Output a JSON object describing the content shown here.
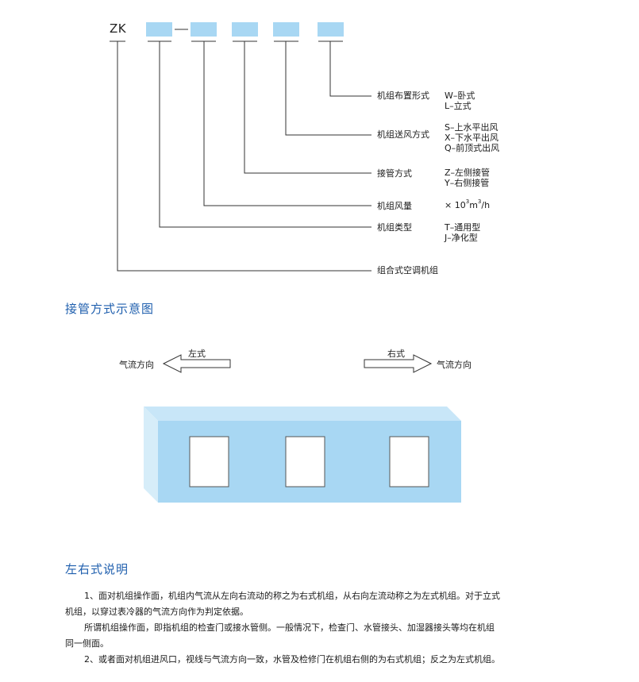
{
  "code": {
    "prefix": "ZK",
    "dash": "—"
  },
  "designation": {
    "layout": {
      "label": "机组布置形式",
      "options": [
        "W–卧式",
        "L–立式"
      ]
    },
    "supply": {
      "label": "机组送风方式",
      "options": [
        "S–上水平出风",
        "X–下水平出风",
        "Q–前顶式出风"
      ]
    },
    "pipe": {
      "label": "接管方式",
      "options": [
        "Z–左侧接管",
        "Y–右侧接管"
      ]
    },
    "airflow": {
      "label": "机组风量",
      "unit_prefix": "× 10",
      "unit_exp": "3",
      "unit_mid": "m",
      "unit_exp2": "3",
      "unit_suffix": "/h"
    },
    "type": {
      "label": "机组类型",
      "options": [
        "T–通用型",
        "J–净化型"
      ]
    },
    "unit": {
      "label": "组合式空调机组"
    }
  },
  "pipe_section": {
    "title": "接管方式示意图",
    "left_arrow_label": "左式",
    "left_direction": "气流方向",
    "right_arrow_label": "右式",
    "right_direction": "气流方向"
  },
  "explain_section": {
    "title": "左右式说明",
    "lines": [
      "1、面对机组操作面，机组内气流从左向右流动的称之为右式机组，从右向左流动称之为左式机组。对于立式",
      "机组，以穿过表冷器的气流方向作为判定依据。",
      "所谓机组操作面，即指机组的检查门或接水管侧。一般情况下，检查门、水管接头、加湿器接头等均在机组",
      "同一侧面。",
      "2、或者面对机组进风口，视线与气流方向一致，水管及检修门在机组右侧的为右式机组；反之为左式机组。"
    ]
  },
  "colors": {
    "box_fill": "#a8d7f3",
    "box_top": "#c8e6f8",
    "box_side": "#d6edf9",
    "line": "#333333",
    "title_blue": "#1f5fae"
  }
}
